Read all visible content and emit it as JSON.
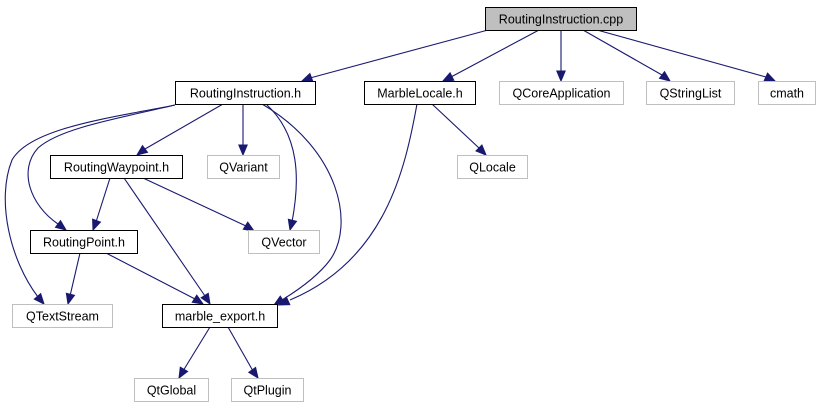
{
  "title": "RoutingInstruction.cpp include dependency graph",
  "colors": {
    "edge": "#191970",
    "root_fill": "#bfbfbf",
    "root_border": "#000000",
    "documented_border": "#000000",
    "external_border": "#bfbfbf",
    "node_fill": "#ffffff"
  },
  "nodes": [
    {
      "id": "cpp",
      "label": "RoutingInstruction.cpp",
      "kind": "root"
    },
    {
      "id": "rih",
      "label": "RoutingInstruction.h",
      "kind": "documented"
    },
    {
      "id": "mlh",
      "label": "MarbleLocale.h",
      "kind": "documented"
    },
    {
      "id": "qcore",
      "label": "QCoreApplication",
      "kind": "external"
    },
    {
      "id": "qsl",
      "label": "QStringList",
      "kind": "external"
    },
    {
      "id": "cmath",
      "label": "cmath",
      "kind": "external"
    },
    {
      "id": "rwh",
      "label": "RoutingWaypoint.h",
      "kind": "documented"
    },
    {
      "id": "qvar",
      "label": "QVariant",
      "kind": "external"
    },
    {
      "id": "qloc",
      "label": "QLocale",
      "kind": "external"
    },
    {
      "id": "rph",
      "label": "RoutingPoint.h",
      "kind": "documented"
    },
    {
      "id": "qvec",
      "label": "QVector",
      "kind": "external"
    },
    {
      "id": "qts",
      "label": "QTextStream",
      "kind": "external"
    },
    {
      "id": "meh",
      "label": "marble_export.h",
      "kind": "documented"
    },
    {
      "id": "qglob",
      "label": "QtGlobal",
      "kind": "external"
    },
    {
      "id": "qplug",
      "label": "QtPlugin",
      "kind": "external"
    }
  ],
  "edges": [
    {
      "from": "cpp",
      "to": "rih"
    },
    {
      "from": "cpp",
      "to": "mlh"
    },
    {
      "from": "cpp",
      "to": "qcore"
    },
    {
      "from": "cpp",
      "to": "qsl"
    },
    {
      "from": "cpp",
      "to": "cmath"
    },
    {
      "from": "rih",
      "to": "rwh"
    },
    {
      "from": "rih",
      "to": "qvar"
    },
    {
      "from": "rih",
      "to": "rph"
    },
    {
      "from": "rih",
      "to": "qvec"
    },
    {
      "from": "rih",
      "to": "qts"
    },
    {
      "from": "rih",
      "to": "meh"
    },
    {
      "from": "rwh",
      "to": "rph"
    },
    {
      "from": "rwh",
      "to": "qvec"
    },
    {
      "from": "rwh",
      "to": "meh"
    },
    {
      "from": "rph",
      "to": "qts"
    },
    {
      "from": "rph",
      "to": "meh"
    },
    {
      "from": "mlh",
      "to": "qloc"
    },
    {
      "from": "mlh",
      "to": "meh"
    },
    {
      "from": "meh",
      "to": "qglob"
    },
    {
      "from": "meh",
      "to": "qplug"
    }
  ]
}
